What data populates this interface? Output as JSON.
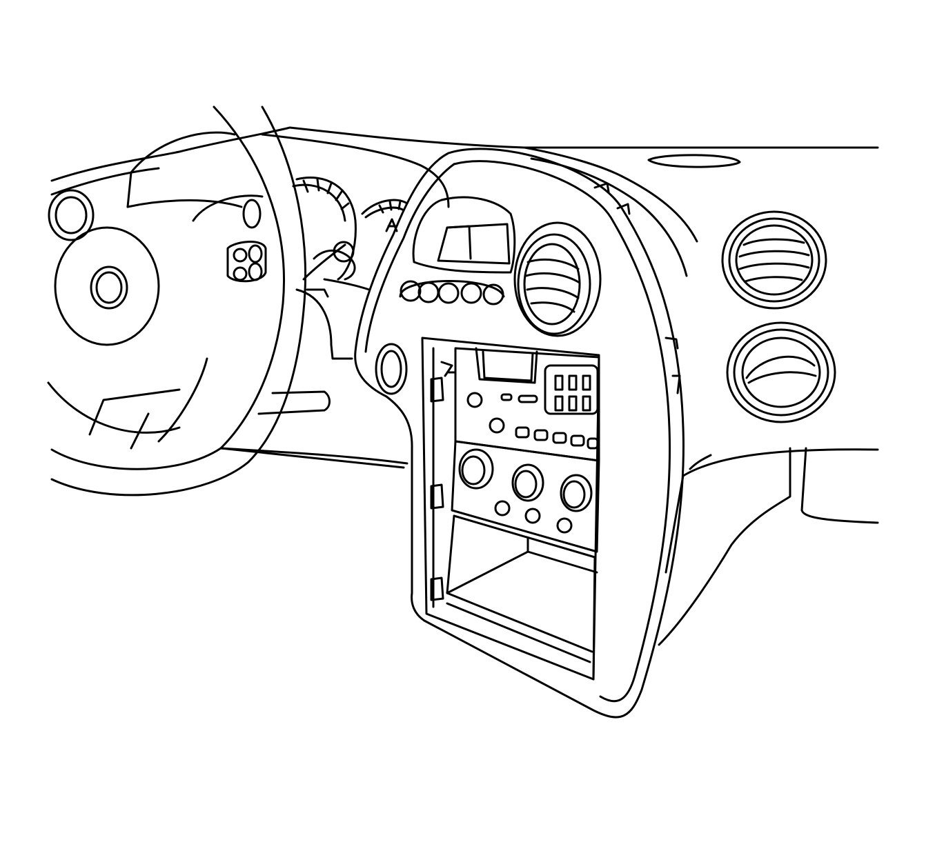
{
  "colors": {
    "line": "#000000",
    "background": "#ffffff"
  },
  "scene": {
    "subject": "dashboard-center-console-line-art",
    "items": [
      "steering-wheel",
      "instrument-cluster",
      "center-trim-bezel",
      "radio-unit",
      "hvac-control-panel",
      "air-vents",
      "storage-pocket"
    ]
  }
}
